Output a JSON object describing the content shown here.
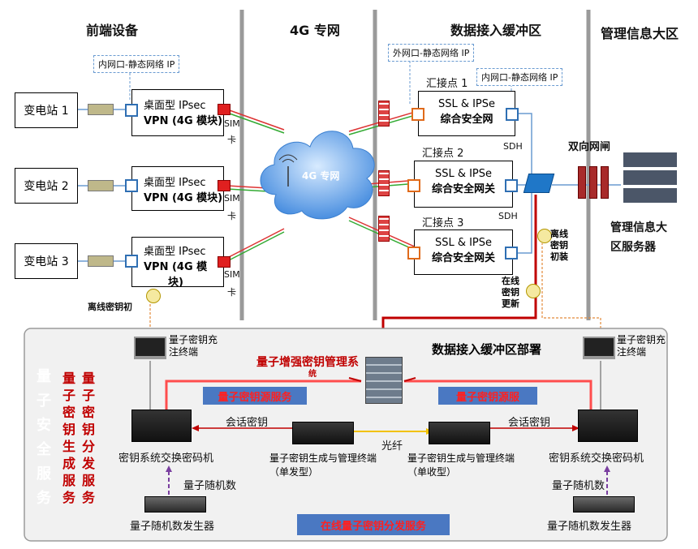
{
  "sections": {
    "front": "前端设备",
    "net4g": "4G 专网",
    "buffer": "数据接入缓冲区",
    "mgmt": "管理信息大区"
  },
  "stations": [
    {
      "label": "变电站 1"
    },
    {
      "label": "变电站 2"
    },
    {
      "label": "变电站 3"
    }
  ],
  "vpn": [
    {
      "line1": "桌面型 IPsec",
      "line2": "VPN (4G 模块)"
    },
    {
      "line1": "桌面型 IPsec",
      "line2": "VPN (4G 模块)"
    },
    {
      "line1": "桌面型 IPsec",
      "line2": "VPN (4G 模",
      "line3": "块)"
    }
  ],
  "sim_label": "SIM",
  "sim_card_label": "卡",
  "ip_labels": {
    "internal": "内网口-静态网络 IP",
    "external": "外网口-静态网络 IP",
    "internal2": "内网口-静态网络 IP"
  },
  "cloud_label": "4G 专网",
  "gateways": [
    {
      "point": "汇接点 1",
      "line1": "SSL & IPSe",
      "line2": "综合安全网"
    },
    {
      "point": "汇接点 2",
      "line1": "SSL & IPSe",
      "line2": "综合安全网关"
    },
    {
      "point": "汇接点 3",
      "line1": "SSL & IPSe",
      "line2": "综合安全网关"
    }
  ],
  "sdh": "SDH",
  "gatekeeper": "双向网闸",
  "server_label_l1": "管理信息大",
  "server_label_l2": "区服务器",
  "key_labels": {
    "offline_init_left": "离线密钥初",
    "offline_init_right": "离线密钥初装",
    "online_update": "在线密钥更新"
  },
  "quantum": {
    "deploy_title": "数据接入缓冲区部署",
    "mgmt_sys_l1": "量子增强密钥管理系",
    "mgmt_sys_l2": "统",
    "source_service_left": "量子密钥源服务",
    "source_service_right": "量子密钥源服",
    "charge_terminal_left": "量子密钥充注终端",
    "charge_terminal_right": "量子密钥充注终端",
    "session_key": "会话密钥",
    "fiber": "光纤",
    "exchange_left": "密钥系统交换密码机",
    "exchange_right": "密钥系统交换密码机",
    "gen_send": "量子密钥生成与管理终端（单发型）",
    "gen_recv": "量子密钥生成与管理终端（单收型）",
    "rng_label": "量子随机数",
    "rng_device": "量子随机数发生器",
    "online_dist": "在线量子密钥分发服务",
    "vert_security": "量子安全服务",
    "vert_gen": "量子密钥生成服务",
    "vert_dist": "量子密钥分发服务"
  }
}
